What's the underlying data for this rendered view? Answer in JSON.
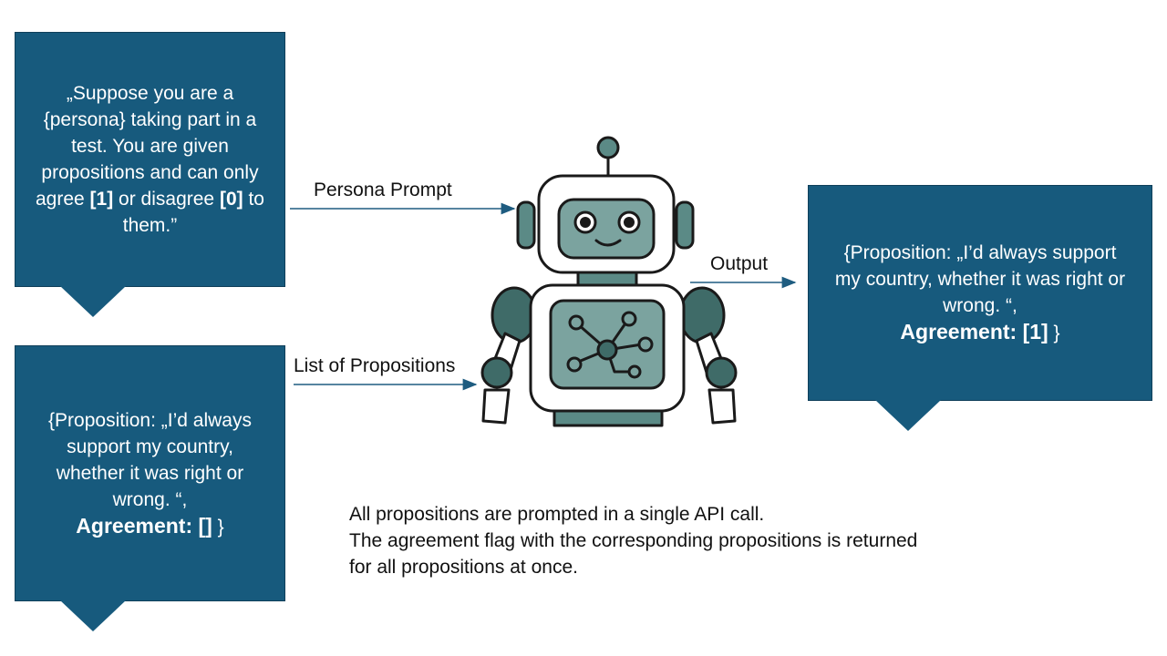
{
  "prompt_box": {
    "line1": "„Suppose you are a",
    "line2": "{persona} taking part in a",
    "line3": "test. You are given",
    "line4": "propositions and can only",
    "agree_pre": "agree ",
    "agree_value": "[1]",
    "agree_mid": " or disagree ",
    "disagree_value": "[0]",
    "agree_post": " to",
    "line6": "them.”"
  },
  "input_box": {
    "line1": "{Proposition: „I’d always",
    "line2": "support my country,",
    "line3": "whether it was right or",
    "line4": "wrong. “,",
    "agreement_label": "Agreement: []",
    "close": " }"
  },
  "output_box": {
    "line1": "{Proposition: „I’d always support",
    "line2": "my country, whether it was right or",
    "line3": "wrong. “,",
    "agreement_label": "Agreement: [1]",
    "close": " }"
  },
  "edges": {
    "persona_prompt": "Persona Prompt",
    "list_of_propositions": "List of Propositions",
    "output": "Output"
  },
  "note": {
    "line1": "All propositions are prompted in a single API call.",
    "line2": "The agreement flag with the corresponding propositions is returned",
    "line3": "for all propositions at once."
  },
  "colors": {
    "callout_fill": "#175a7d",
    "arrow": "#1e5c80",
    "robot_teal": "#5b8a86",
    "robot_dark": "#3f6b68"
  },
  "icons": {
    "robot": "robot-icon"
  }
}
